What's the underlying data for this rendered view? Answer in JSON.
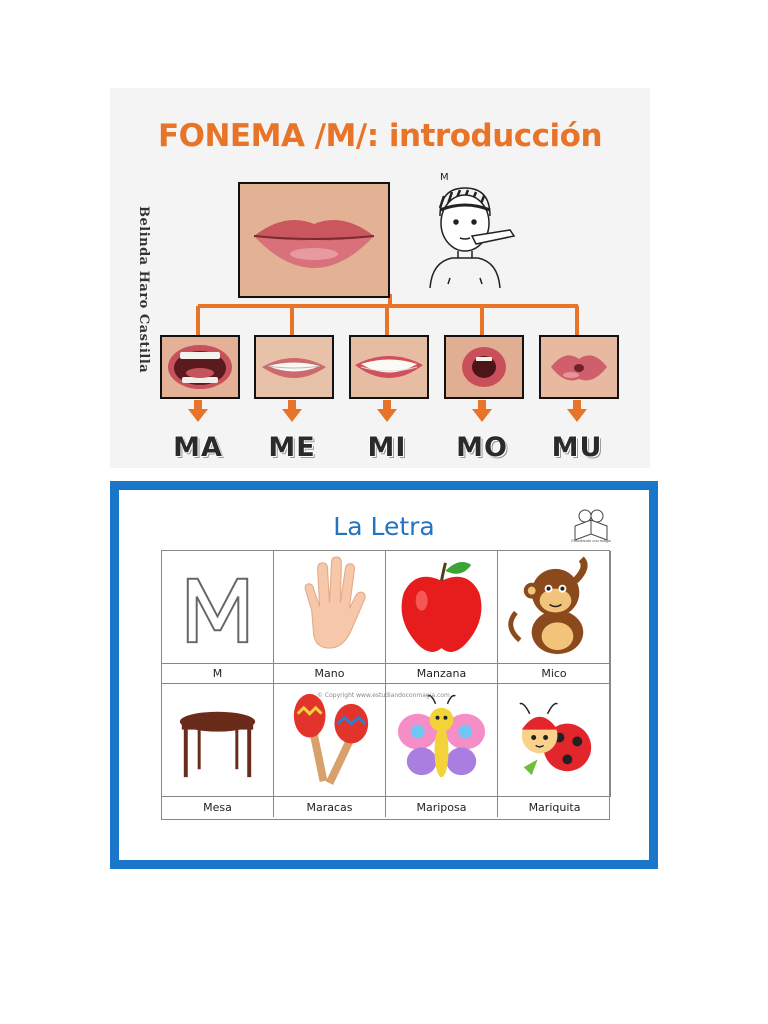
{
  "top": {
    "title": "FONEMA /M/: introducción",
    "author": "Belinda Haro Castilla",
    "sign_label": "M",
    "syllables": [
      "MA",
      "ME",
      "MI",
      "MO",
      "MU"
    ]
  },
  "bottom": {
    "title": "La Letra",
    "logo_text": "Estudiando con magia",
    "copyright": "© Copyright www.estudiandoconmagia.com",
    "row1": [
      "M",
      "Mano",
      "Manzana",
      "Mico"
    ],
    "row2": [
      "Mesa",
      "Maracas",
      "Mariposa",
      "Mariquita"
    ]
  },
  "colors": {
    "accent_orange": "#e8742a",
    "frame_blue": "#1976c9",
    "title_blue": "#2274bf"
  }
}
